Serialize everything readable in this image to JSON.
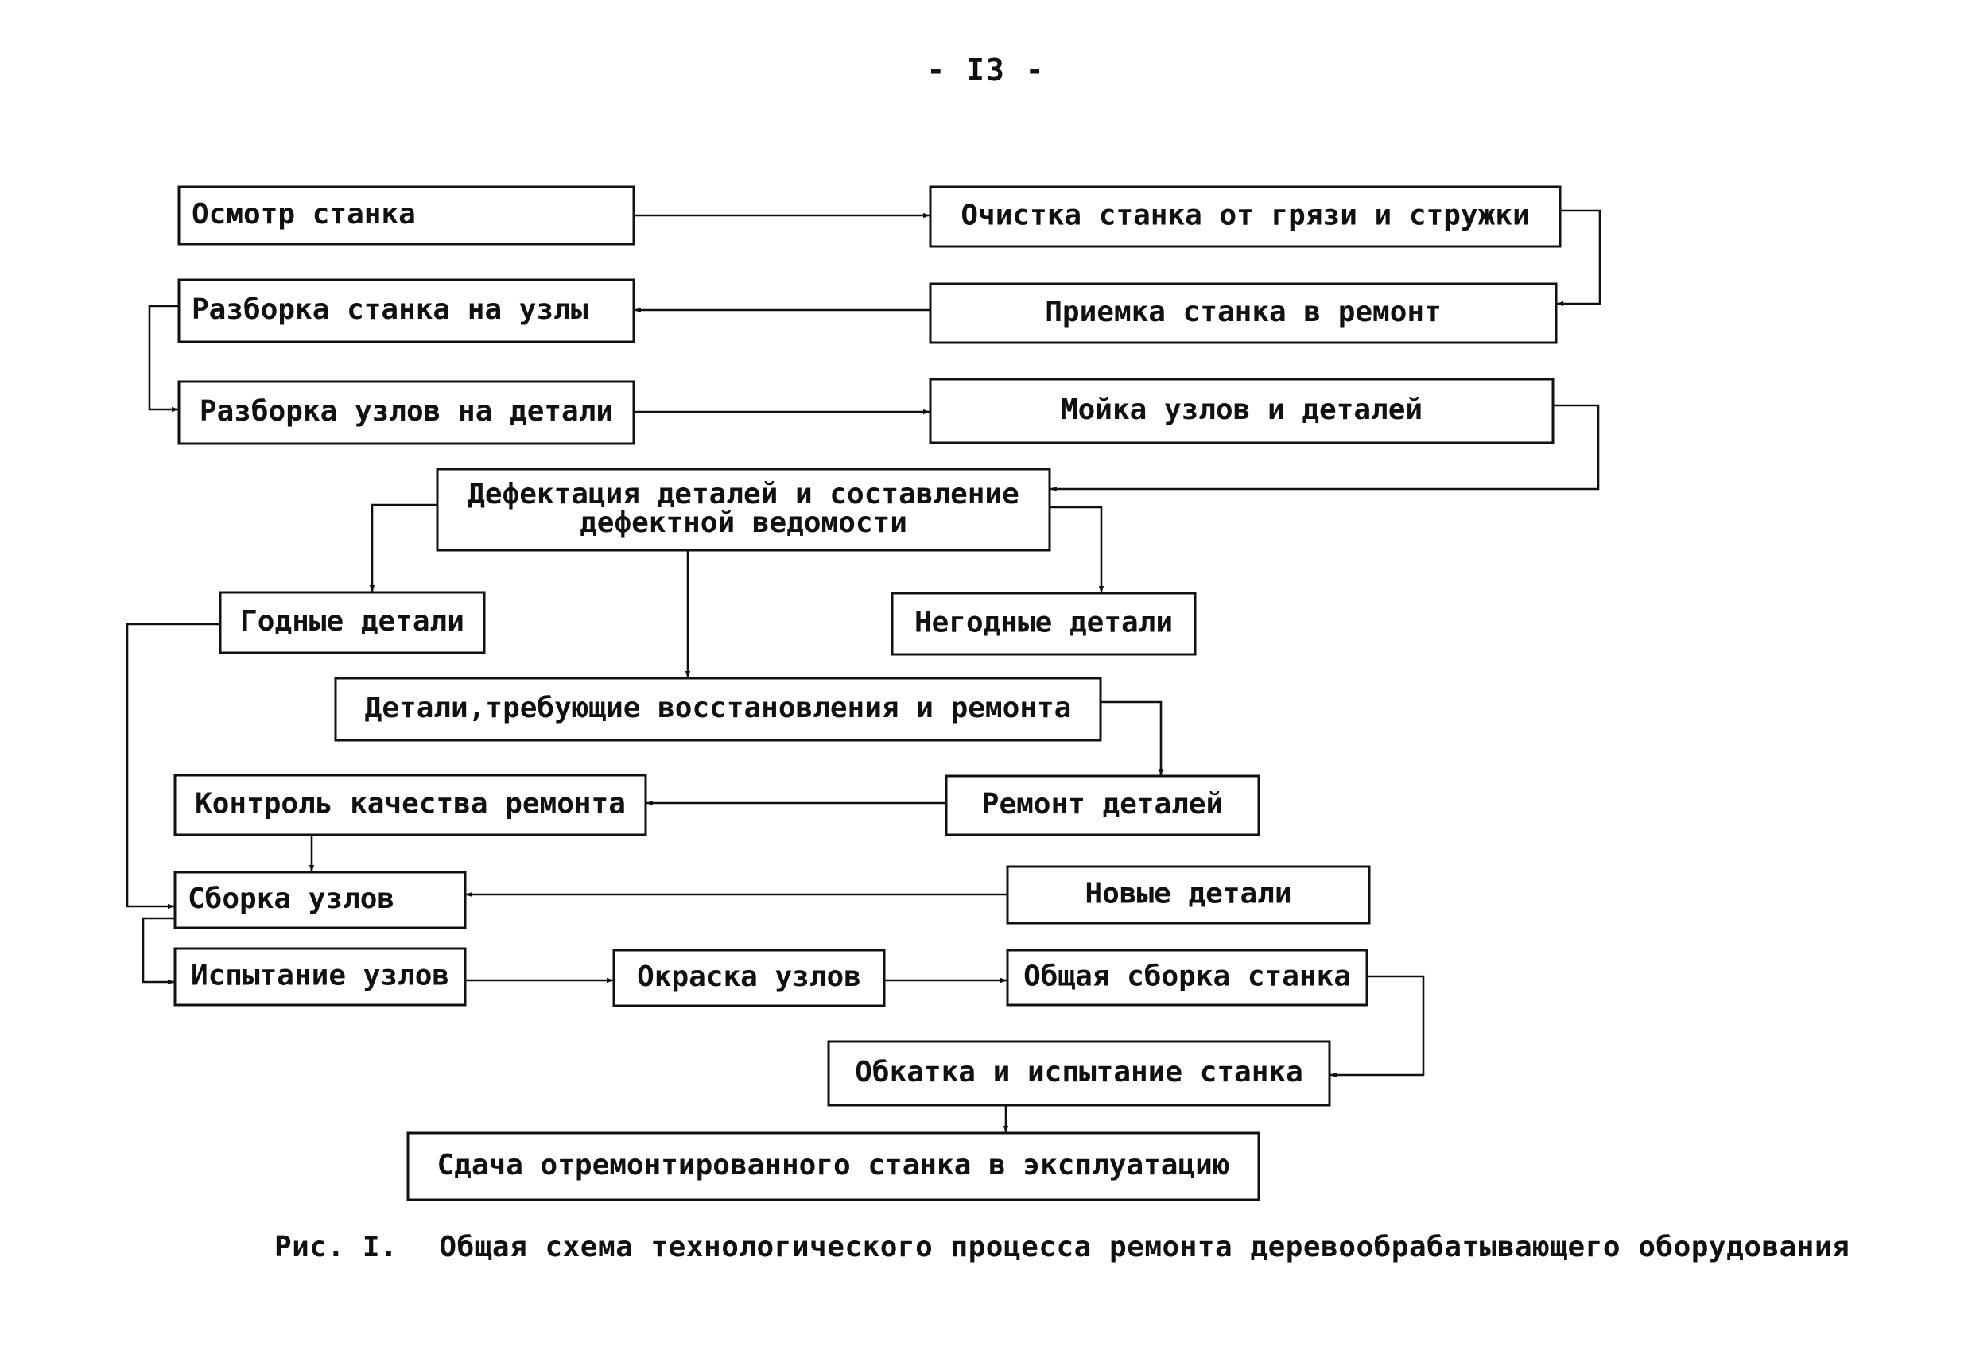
{
  "page_number": "- I3 -",
  "figure": {
    "number": "Рис. I.",
    "caption": "Общая схема технологического процесса ремонта деревообрабатывающего оборудования"
  },
  "diagram": {
    "nodes": [
      {
        "id": "osmotr",
        "lines": [
          "Осмотр станка"
        ]
      },
      {
        "id": "ochistka",
        "lines": [
          "Очистка станка от грязи и стружки"
        ]
      },
      {
        "id": "priemka",
        "lines": [
          "Приемка станка в ремонт"
        ]
      },
      {
        "id": "razborka-uzly",
        "lines": [
          "Разборка станка на узлы"
        ]
      },
      {
        "id": "razborka-detali",
        "lines": [
          "Разборка узлов на детали"
        ]
      },
      {
        "id": "moyka",
        "lines": [
          "Мойка узлов и деталей"
        ]
      },
      {
        "id": "defektaciya",
        "lines": [
          "Дефектация деталей и составление",
          "дефектной ведомости"
        ]
      },
      {
        "id": "godnye",
        "lines": [
          "Годные детали"
        ]
      },
      {
        "id": "negodnye",
        "lines": [
          "Негодные детали"
        ]
      },
      {
        "id": "vosstanovlenie",
        "lines": [
          "Детали,требующие восстановления и ремонта"
        ]
      },
      {
        "id": "remont-detaley",
        "lines": [
          "Ремонт деталей"
        ]
      },
      {
        "id": "kontrol",
        "lines": [
          "Контроль качества ремонта"
        ]
      },
      {
        "id": "novye",
        "lines": [
          "Новые детали"
        ]
      },
      {
        "id": "sborka-uzlov",
        "lines": [
          "Сборка узлов"
        ]
      },
      {
        "id": "ispytanie-uzlov",
        "lines": [
          "Испытание узлов"
        ]
      },
      {
        "id": "okraska",
        "lines": [
          "Окраска узлов"
        ]
      },
      {
        "id": "obshaya-sborka",
        "lines": [
          "Общая сборка станка"
        ]
      },
      {
        "id": "obkatka",
        "lines": [
          "Обкатка и испытание станка"
        ]
      },
      {
        "id": "sdacha",
        "lines": [
          "Сдача отремонтированного станка в эксплуатацию"
        ]
      }
    ],
    "edges": [
      {
        "from": "osmotr",
        "to": "ochistka"
      },
      {
        "from": "ochistka",
        "to": "priemka"
      },
      {
        "from": "priemka",
        "to": "razborka-uzly"
      },
      {
        "from": "razborka-uzly",
        "to": "razborka-detali"
      },
      {
        "from": "razborka-detali",
        "to": "moyka"
      },
      {
        "from": "moyka",
        "to": "defektaciya"
      },
      {
        "from": "defektaciya",
        "to": "godnye"
      },
      {
        "from": "defektaciya",
        "to": "negodnye"
      },
      {
        "from": "defektaciya",
        "to": "vosstanovlenie"
      },
      {
        "from": "vosstanovlenie",
        "to": "remont-detaley"
      },
      {
        "from": "remont-detaley",
        "to": "kontrol"
      },
      {
        "from": "kontrol",
        "to": "sborka-uzlov"
      },
      {
        "from": "godnye",
        "to": "sborka-uzlov"
      },
      {
        "from": "novye",
        "to": "sborka-uzlov"
      },
      {
        "from": "sborka-uzlov",
        "to": "ispytanie-uzlov"
      },
      {
        "from": "ispytanie-uzlov",
        "to": "okraska"
      },
      {
        "from": "okraska",
        "to": "obshaya-sborka"
      },
      {
        "from": "obshaya-sborka",
        "to": "obkatka"
      },
      {
        "from": "obkatka",
        "to": "sdacha"
      }
    ]
  }
}
